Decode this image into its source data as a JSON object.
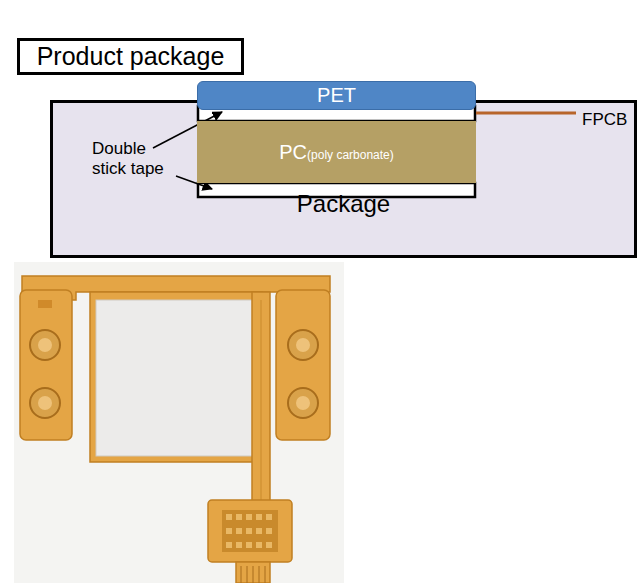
{
  "diagram": {
    "nodes": [
      {
        "text": [
          "Product package"
        ]
      },
      {
        "text": [
          "PET"
        ]
      },
      {
        "text": [
          "Package"
        ]
      },
      {
        "text": [
          "PC",
          "(poly carbonate)"
        ],
        "in": 2
      }
    ],
    "labels": [
      "Double stick tape",
      "FPCB"
    ]
  }
}
